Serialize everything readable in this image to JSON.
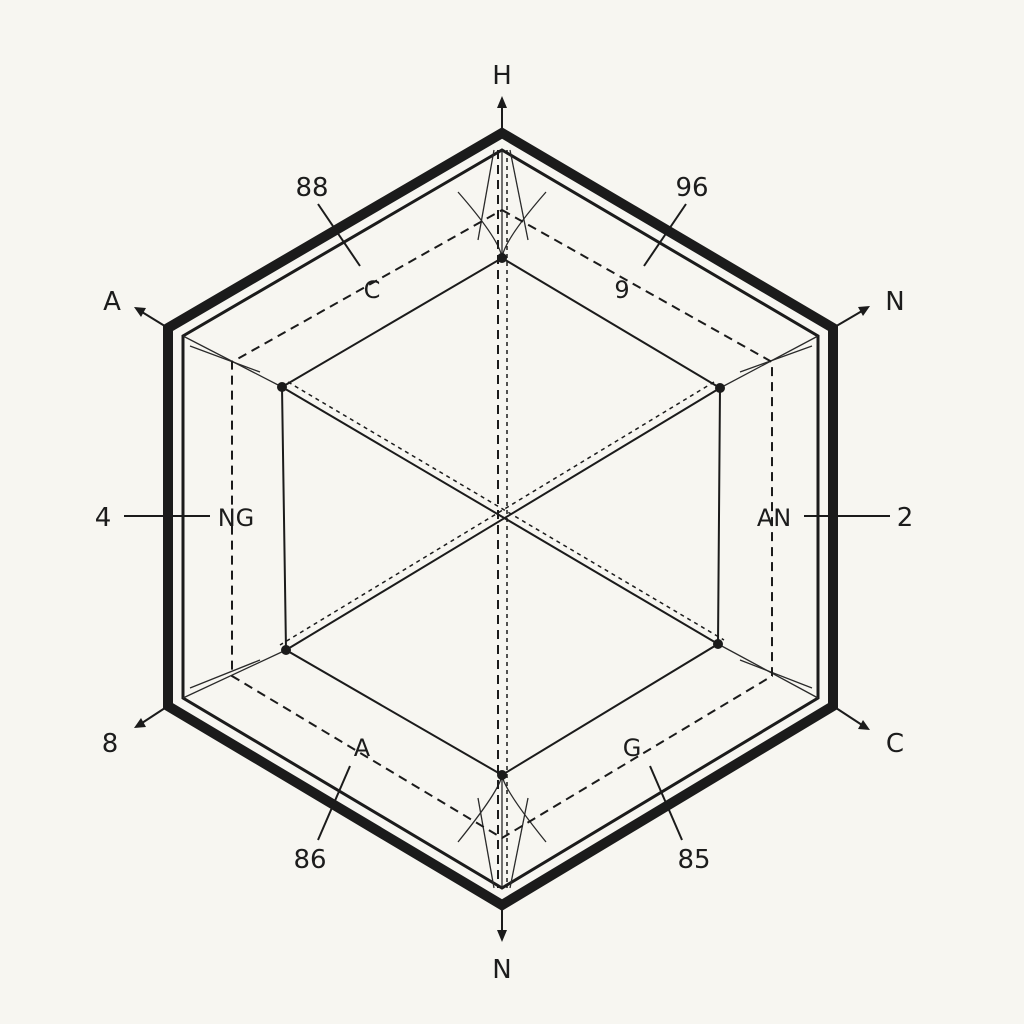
{
  "labels": {
    "top": "H",
    "upper_left_outer": "A",
    "upper_right_outer": "N",
    "left_outer": "4",
    "right_outer": "2",
    "lower_left_outer": "8",
    "lower_right_outer": "C",
    "bottom": "N",
    "top_left_value": "88",
    "top_right_value": "96",
    "top_left_inner": "C",
    "top_right_inner": "9",
    "left_inner": "NG",
    "right_inner": "AN",
    "bottom_left_inner": "A",
    "bottom_right_inner": "G",
    "bottom_left_value": "86",
    "bottom_right_value": "85"
  },
  "colors": {
    "background": "#f7f6f1",
    "ink": "#1b1b1b"
  }
}
